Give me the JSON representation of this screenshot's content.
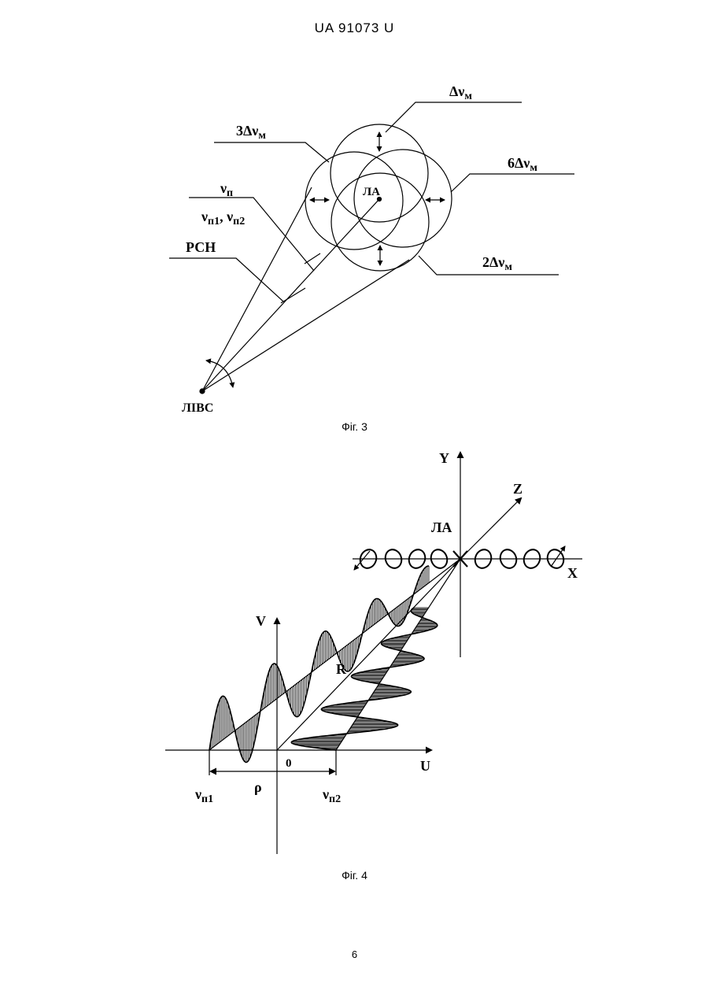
{
  "header": {
    "doc_number": "UA   91073   U"
  },
  "fig3": {
    "caption": "Фіг. 3",
    "label_dv": "Δν",
    "label_dv_sub": "м",
    "label_3dv": "3Δν",
    "label_3dv_sub": "м",
    "label_6dv": "6Δν",
    "label_6dv_sub": "м",
    "label_2dv": "2Δν",
    "label_2dv_sub": "м",
    "label_vn": "ν",
    "label_vn_sub": "п",
    "label_vn1": "ν",
    "label_vn1_sub": "п1",
    "label_vn1_sep": ", ",
    "label_vn2": "ν",
    "label_vn2_sub": "п2",
    "label_rsn": "РСН",
    "label_la": "ЛА",
    "label_livs": "ЛІВС"
  },
  "fig4": {
    "caption": "Фіг. 4",
    "axis_y": "Y",
    "axis_z": "Z",
    "axis_x": "X",
    "axis_v": "V",
    "axis_u": "U",
    "label_la": "ЛА",
    "label_r": "R",
    "label_zero": "0",
    "label_rho": "ρ",
    "label_vn1": "ν",
    "label_vn1_sub": "п1",
    "label_vn2": "ν",
    "label_vn2_sub": "п2"
  },
  "page_number": "6"
}
